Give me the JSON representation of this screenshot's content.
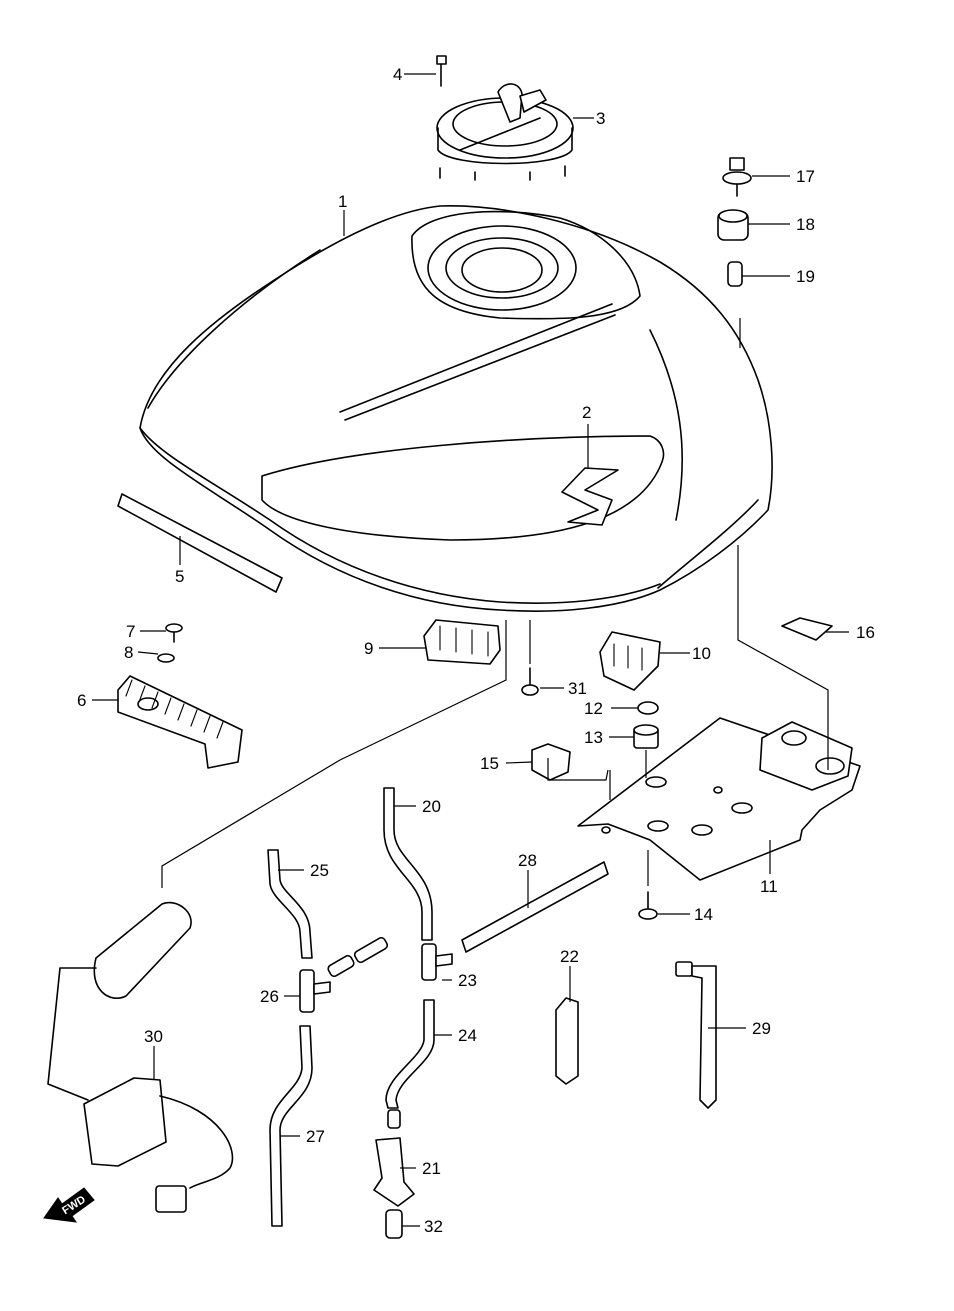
{
  "diagram": {
    "fwd_label": "FWD",
    "callouts": [
      {
        "id": "c1",
        "text": "1"
      },
      {
        "id": "c2",
        "text": "2"
      },
      {
        "id": "c3",
        "text": "3"
      },
      {
        "id": "c4",
        "text": "4"
      },
      {
        "id": "c5",
        "text": "5"
      },
      {
        "id": "c6",
        "text": "6"
      },
      {
        "id": "c7",
        "text": "7"
      },
      {
        "id": "c8",
        "text": "8"
      },
      {
        "id": "c9",
        "text": "9"
      },
      {
        "id": "c10",
        "text": "10"
      },
      {
        "id": "c11",
        "text": "11"
      },
      {
        "id": "c12",
        "text": "12"
      },
      {
        "id": "c13",
        "text": "13"
      },
      {
        "id": "c14",
        "text": "14"
      },
      {
        "id": "c15",
        "text": "15"
      },
      {
        "id": "c16",
        "text": "16"
      },
      {
        "id": "c17",
        "text": "17"
      },
      {
        "id": "c18",
        "text": "18"
      },
      {
        "id": "c19",
        "text": "19"
      },
      {
        "id": "c20",
        "text": "20"
      },
      {
        "id": "c21",
        "text": "21"
      },
      {
        "id": "c22",
        "text": "22"
      },
      {
        "id": "c23",
        "text": "23"
      },
      {
        "id": "c24",
        "text": "24"
      },
      {
        "id": "c25",
        "text": "25"
      },
      {
        "id": "c26",
        "text": "26"
      },
      {
        "id": "c27",
        "text": "27"
      },
      {
        "id": "c28",
        "text": "28"
      },
      {
        "id": "c29",
        "text": "29"
      },
      {
        "id": "c30",
        "text": "30"
      },
      {
        "id": "c31",
        "text": "31"
      },
      {
        "id": "c32",
        "text": "32"
      }
    ]
  }
}
